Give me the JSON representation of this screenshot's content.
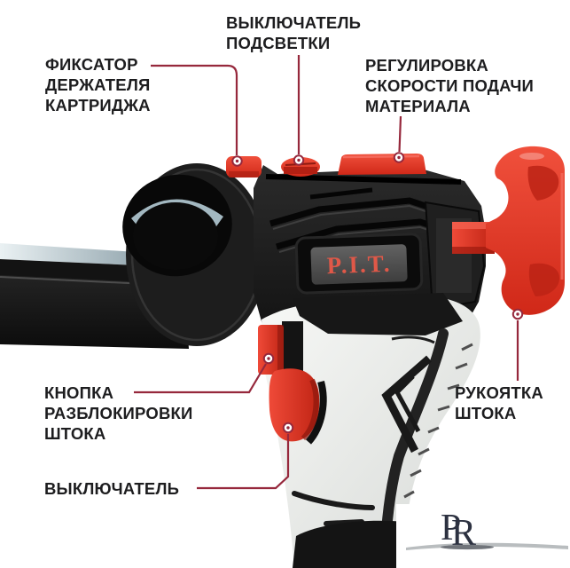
{
  "callouts": {
    "cartridge_holder_lock": {
      "lines": [
        "ФИКСАТОР",
        "ДЕРЖАТЕЛЯ",
        "КАРТРИДЖА"
      ]
    },
    "light_switch": {
      "lines": [
        "ВЫКЛЮЧАТЕЛЬ",
        "ПОДСВЕТКИ"
      ]
    },
    "feed_speed_adjustment": {
      "lines": [
        "РЕГУЛИРОВКА",
        "СКОРОСТИ ПОДАЧИ",
        "МАТЕРИАЛА"
      ]
    },
    "rod_release_button": {
      "lines": [
        "КНОПКА",
        "РАЗБЛОКИРОВКИ",
        "ШТОКА"
      ]
    },
    "trigger_switch": {
      "lines": [
        "ВЫКЛЮЧАТЕЛЬ"
      ]
    },
    "rod_handle": {
      "lines": [
        "РУКОЯТКА",
        "ШТОКА"
      ]
    }
  },
  "product": {
    "brand_label": "P.I.T."
  },
  "watermark": {
    "letter1": "P",
    "letter2": "R"
  },
  "colors": {
    "accent_red": "#e4352a",
    "leader_line": "#96283c",
    "label_text": "#1d1d1f",
    "brand_text": "#e05848",
    "watermark_text": "#2c3140",
    "background": "#ffffff"
  }
}
